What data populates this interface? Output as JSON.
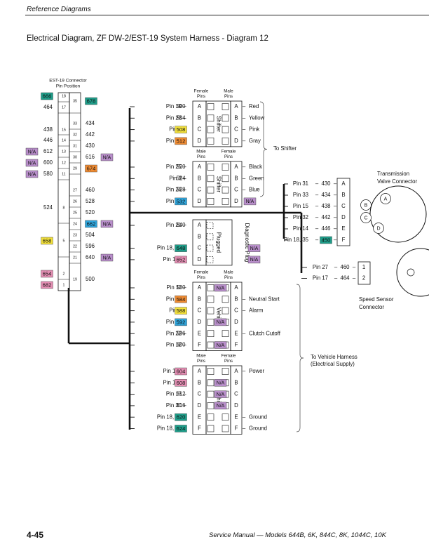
{
  "header": {
    "section": "Reference Diagrams"
  },
  "title": "Electrical Diagram, ZF DW-2/EST-19 System Harness - Diagram 12",
  "footer": {
    "page": "4-45",
    "manual": "Service Manual — Models 644B, 6K, 844C, 8K, 1044C, 10K"
  },
  "colors": {
    "teal": "#1e9e8a",
    "blue": "#2fa5dc",
    "orange": "#f08c33",
    "yellow": "#f4e23c",
    "pink": "#e58fb4",
    "purple": "#b98fcb"
  },
  "connector": {
    "title": "EST-19 Connector\nPin Position",
    "left": [
      {
        "p": "18",
        "w": "666",
        "c": "teal"
      },
      {
        "p": "17",
        "w": "464"
      },
      {
        "p": "15",
        "w": "438"
      },
      {
        "p": "14",
        "w": "446"
      },
      {
        "p": "13",
        "w": "612",
        "na": "N/A"
      },
      {
        "p": "12",
        "w": "600",
        "na": "N/A"
      },
      {
        "p": "11",
        "w": "580",
        "na": "N/A"
      },
      {
        "p": "8",
        "w": "524"
      },
      {
        "p": "5",
        "w": "658",
        "c": "yellow"
      },
      {
        "p": "2",
        "w": "654",
        "c": "pink"
      },
      {
        "p": "1",
        "w": "682",
        "c": "pink"
      }
    ],
    "right": [
      {
        "p": "35",
        "w": "678",
        "c": "teal"
      },
      {
        "p": "33",
        "w": "434"
      },
      {
        "p": "32",
        "w": "442"
      },
      {
        "p": "31",
        "w": "430"
      },
      {
        "p": "30",
        "w": "616",
        "na": "N/A"
      },
      {
        "p": "29",
        "w": "674",
        "c": "orange"
      },
      {
        "p": "27",
        "w": "460"
      },
      {
        "p": "26",
        "w": "528"
      },
      {
        "p": "25",
        "w": "520"
      },
      {
        "p": "24",
        "w": "662",
        "c": "blue",
        "na": "N/A"
      },
      {
        "p": "23",
        "w": "504"
      },
      {
        "p": "22",
        "w": "596"
      },
      {
        "p": "21",
        "w": "640",
        "na": "N/A"
      },
      {
        "p": "19",
        "w": "500"
      }
    ]
  },
  "groups": [
    {
      "id": "shifter-female",
      "label": "Shifter",
      "left_hdr": "Female\nPins",
      "right_hdr": "Male\nPins",
      "rows": [
        {
          "pin": "Pin 19",
          "w": "500",
          "L": "A",
          "R": "A",
          "f": "Red"
        },
        {
          "pin": "Pin 23",
          "w": "504",
          "L": "B",
          "R": "B",
          "f": "Yellow"
        },
        {
          "pin": "Pin 5",
          "w": "508",
          "c": "yellow",
          "L": "C",
          "R": "C",
          "f": "Pink"
        },
        {
          "pin": "Pin 29",
          "w": "512",
          "c": "orange",
          "L": "D",
          "R": "D",
          "f": "Gray"
        }
      ]
    },
    {
      "id": "shifter-male",
      "label": "Shifter",
      "left_hdr": "Male\nPins",
      "right_hdr": "Female\nPins",
      "rows": [
        {
          "pin": "Pin 25",
          "w": "520",
          "L": "A",
          "R": "A",
          "f": "Black"
        },
        {
          "pin": "Pin 8",
          "w": "524",
          "L": "B",
          "R": "B",
          "f": "Green"
        },
        {
          "pin": "Pin 26",
          "w": "528",
          "L": "C",
          "R": "C",
          "f": "Blue"
        },
        {
          "pin": "Pin 24",
          "w": "532",
          "c": "blue",
          "L": "D",
          "R": "D",
          "na": "N/A"
        }
      ]
    },
    {
      "id": "diag",
      "label": "Plugged",
      "right_label": "Diagnostic Plug",
      "rows": [
        {
          "pin": "Pin 21",
          "w": "640",
          "L": "A"
        },
        {
          "pin": "",
          "w": "",
          "L": "B"
        },
        {
          "pin": "Pin 18, 35",
          "w": "648",
          "c": "teal",
          "L": "C",
          "na": "N/A"
        },
        {
          "pin": "Pin 1, 2",
          "w": "652",
          "c": "pink",
          "L": "D",
          "na": "N/A"
        }
      ]
    },
    {
      "id": "vehicle-female",
      "label": "Vehicle",
      "left_hdr": "Female\nPins",
      "right_hdr": "Male\nPins",
      "rows": [
        {
          "pin": "Pin 11",
          "w": "580",
          "L": "A",
          "na": "N/A",
          "R": "A"
        },
        {
          "pin": "Pin 29",
          "w": "584",
          "c": "orange",
          "L": "B",
          "R": "B",
          "f": "Neutral Start"
        },
        {
          "pin": "Pin 5",
          "w": "588",
          "c": "yellow",
          "L": "C",
          "R": "C",
          "f": "Alarm"
        },
        {
          "pin": "Pin 24",
          "w": "592",
          "c": "blue",
          "L": "D",
          "na": "N/A",
          "R": "D"
        },
        {
          "pin": "Pin 22",
          "w": "596",
          "L": "E",
          "R": "E",
          "f": "Clutch Cutoff"
        },
        {
          "pin": "Pin 12",
          "w": "600",
          "L": "F",
          "na": "N/A",
          "R": "F"
        }
      ]
    },
    {
      "id": "vehicle-male",
      "label": "Vehicle",
      "left_hdr": "Male\nPins",
      "right_hdr": "Female\nPins",
      "rows": [
        {
          "pin": "Pin 1, 2",
          "w": "604",
          "c": "pink",
          "L": "A",
          "R": "A",
          "f": "Power"
        },
        {
          "pin": "Pin 1, 2",
          "w": "608",
          "c": "pink",
          "L": "B",
          "na": "N/A",
          "R": "B"
        },
        {
          "pin": "Pin 13",
          "w": "612",
          "L": "C",
          "na": "N/A",
          "R": "C"
        },
        {
          "pin": "Pin 30",
          "w": "616",
          "L": "D",
          "na": "N/A",
          "R": "D"
        },
        {
          "pin": "Pin 18, 35",
          "w": "620",
          "c": "teal",
          "L": "E",
          "R": "E",
          "f": "Ground"
        },
        {
          "pin": "Pin 18, 35",
          "w": "624",
          "c": "teal",
          "L": "F",
          "R": "F",
          "f": "Ground"
        }
      ]
    }
  ],
  "valve": {
    "title": "Transmission\nValve Connector",
    "rows": [
      {
        "pin": "Pin 31",
        "w": "430",
        "L": "A"
      },
      {
        "pin": "Pin 33",
        "w": "434",
        "L": "B"
      },
      {
        "pin": "Pin 15",
        "w": "438",
        "L": "C"
      },
      {
        "pin": "Pin 32",
        "w": "442",
        "L": "D"
      },
      {
        "pin": "Pin 14",
        "w": "446",
        "L": "E"
      },
      {
        "pin": "Pin 18, 35",
        "w": "450",
        "c": "teal",
        "L": "F"
      }
    ],
    "circles": [
      "A",
      "B",
      "C",
      "D"
    ]
  },
  "speed": {
    "title": "Speed Sensor\nConnector",
    "rows": [
      {
        "pin": "Pin 27",
        "w": "460",
        "L": "1"
      },
      {
        "pin": "Pin 17",
        "w": "464",
        "L": "2"
      }
    ]
  },
  "notes": {
    "to_shifter": "To Shifter",
    "to_vehicle": "To Vehicle Harness\n(Electrical Supply)"
  }
}
